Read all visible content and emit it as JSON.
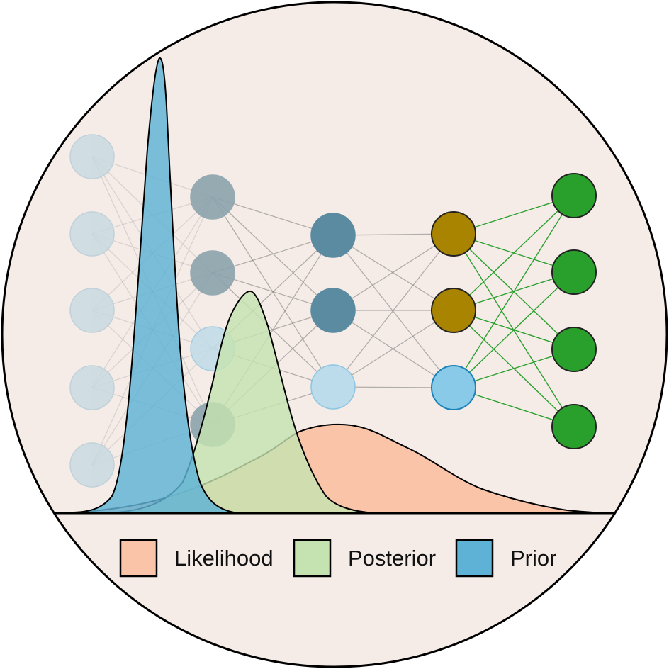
{
  "colors": {
    "background": "#f5ece8",
    "outline": "#000000",
    "likelihood": "#f9c4a8",
    "posterior": "#c4e3b0",
    "prior": "#5eb2d6",
    "node_input": "#c9dbe2",
    "node_hidden1": "#8ca3ad",
    "node_hidden1_light": "#c3dce7",
    "node_hidden2": "#5b8ba0",
    "node_hidden2_light": "#bcdcec",
    "node_hidden3_gold": "#a88400",
    "node_hidden3_blue": "#88cae8",
    "node_output": "#2aa02c",
    "edge_gray": "#7a7a7a",
    "edge_green": "#2aa02c"
  },
  "network": {
    "layers": [
      {
        "name": "input",
        "nodes": 5
      },
      {
        "name": "hidden-1",
        "nodes": 4
      },
      {
        "name": "hidden-2",
        "nodes": 3
      },
      {
        "name": "hidden-3",
        "nodes": 3
      },
      {
        "name": "output",
        "nodes": 4
      }
    ]
  },
  "legend": {
    "items": [
      {
        "label": "Likelihood",
        "color": "#f9c4a8"
      },
      {
        "label": "Posterior",
        "color": "#c4e3b0"
      },
      {
        "label": "Prior",
        "color": "#5eb2d6"
      }
    ]
  }
}
